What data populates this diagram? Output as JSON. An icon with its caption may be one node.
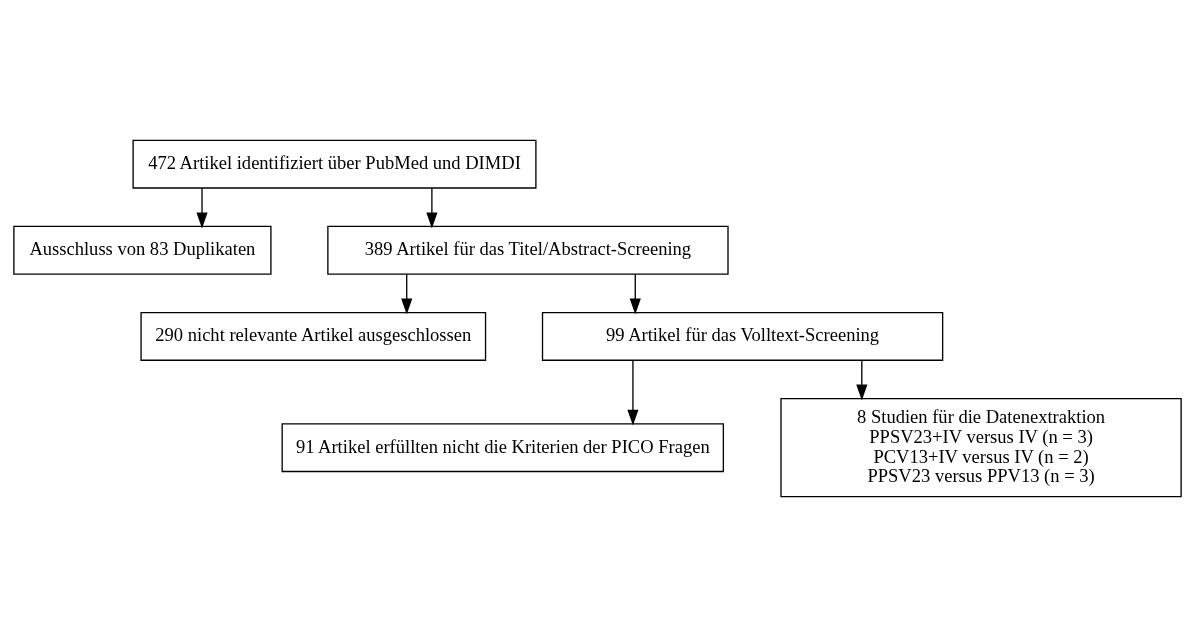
{
  "diagram": {
    "nodes": [
      {
        "text": [
          "472 Artikel identifiziert über PubMed und DIMDI"
        ]
      },
      {
        "text": [
          "Ausschluss von 83 Duplikaten"
        ]
      },
      {
        "text": [
          "389 Artikel für das Titel/Abstract-Screening"
        ]
      },
      {
        "text": [
          "290 nicht relevante Artikel ausgeschlossen"
        ]
      },
      {
        "text": [
          "99 Artikel für das Volltext-Screening"
        ]
      },
      {
        "text": [
          "91 Artikel erfüllten nicht die Kriterien der PICO Fragen"
        ]
      },
      {
        "text": [
          "8 Studien für die Datenextraktion",
          "PPSV23+IV versus IV (n = 3)",
          "PCV13+IV versus IV (n = 2)",
          "PPSV23 versus PPV13 (n = 3)"
        ]
      }
    ],
    "edges": [
      {
        "from": 0,
        "to": 1,
        "arrow": "to"
      },
      {
        "from": 0,
        "to": 2,
        "arrow": "to"
      },
      {
        "from": 2,
        "to": 3,
        "arrow": "to"
      },
      {
        "from": 2,
        "to": 4,
        "arrow": "to"
      },
      {
        "from": 4,
        "to": 5,
        "arrow": "to"
      },
      {
        "from": 4,
        "to": 6,
        "arrow": "to"
      }
    ]
  }
}
